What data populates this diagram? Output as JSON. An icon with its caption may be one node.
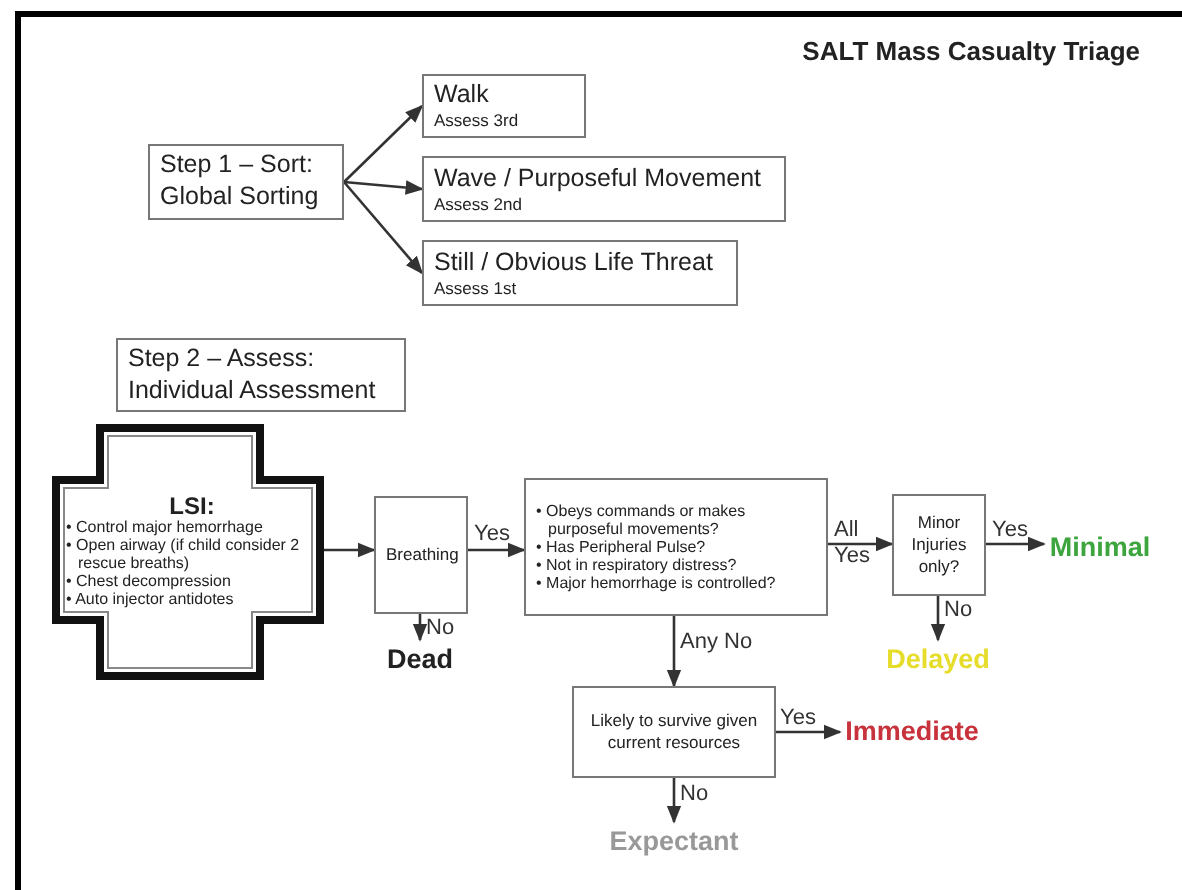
{
  "diagram": {
    "title": "SALT Mass Casualty Triage",
    "nodes": [
      {
        "text": [
          "Step 1 – Sort: Global Sorting"
        ]
      },
      {
        "text": [
          "Walk",
          "Assess 3rd"
        ]
      },
      {
        "text": [
          "Wave / Purposeful Movement",
          "Assess 2nd"
        ]
      },
      {
        "text": [
          "Still / Obvious Life Threat",
          "Assess 1st"
        ]
      },
      {
        "text": [
          "Step 2 – Assess: Individual Assessment"
        ]
      },
      {
        "text": [
          "LSI:",
          "• Control major hemorrhage",
          "• Open airway (if child consider 2 rescue breaths)",
          "• Chest decompression",
          "• Auto injector antidotes"
        ]
      },
      {
        "text": [
          "Breathing"
        ]
      },
      {
        "text": [
          "• Obeys commands or makes purposeful movements?",
          "• Has Peripheral Pulse?",
          "• Not in respiratory distress?",
          "• Major hemorrhage is controlled?"
        ]
      },
      {
        "text": [
          "Minor Injuries only?"
        ]
      },
      {
        "text": [
          "Minimal"
        ]
      },
      {
        "text": [
          "Delayed"
        ]
      },
      {
        "text": [
          "Dead"
        ]
      },
      {
        "text": [
          "Likely to survive given current resources"
        ]
      },
      {
        "text": [
          "Immediate"
        ]
      },
      {
        "text": [
          "Expectant"
        ]
      }
    ],
    "edges": [
      {
        "from": 0,
        "to": 1,
        "arrow": "to"
      },
      {
        "from": 0,
        "to": 2,
        "arrow": "to"
      },
      {
        "from": 0,
        "to": 3,
        "arrow": "to"
      },
      {
        "from": 5,
        "to": 6,
        "arrow": "to"
      },
      {
        "from": 6,
        "to": 7,
        "arrow": "to",
        "label": "Yes"
      },
      {
        "from": 6,
        "to": 11,
        "arrow": "to",
        "label": "No"
      },
      {
        "from": 7,
        "to": 8,
        "arrow": "to",
        "label": "All Yes"
      },
      {
        "from": 8,
        "to": 9,
        "arrow": "to",
        "label": "Yes"
      },
      {
        "from": 8,
        "to": 10,
        "arrow": "to",
        "label": "No"
      },
      {
        "from": 7,
        "to": 12,
        "arrow": "to",
        "label": "Any No"
      },
      {
        "from": 12,
        "to": 13,
        "arrow": "to",
        "label": "Yes"
      },
      {
        "from": 12,
        "to": 14,
        "arrow": "to",
        "label": "No"
      }
    ]
  }
}
